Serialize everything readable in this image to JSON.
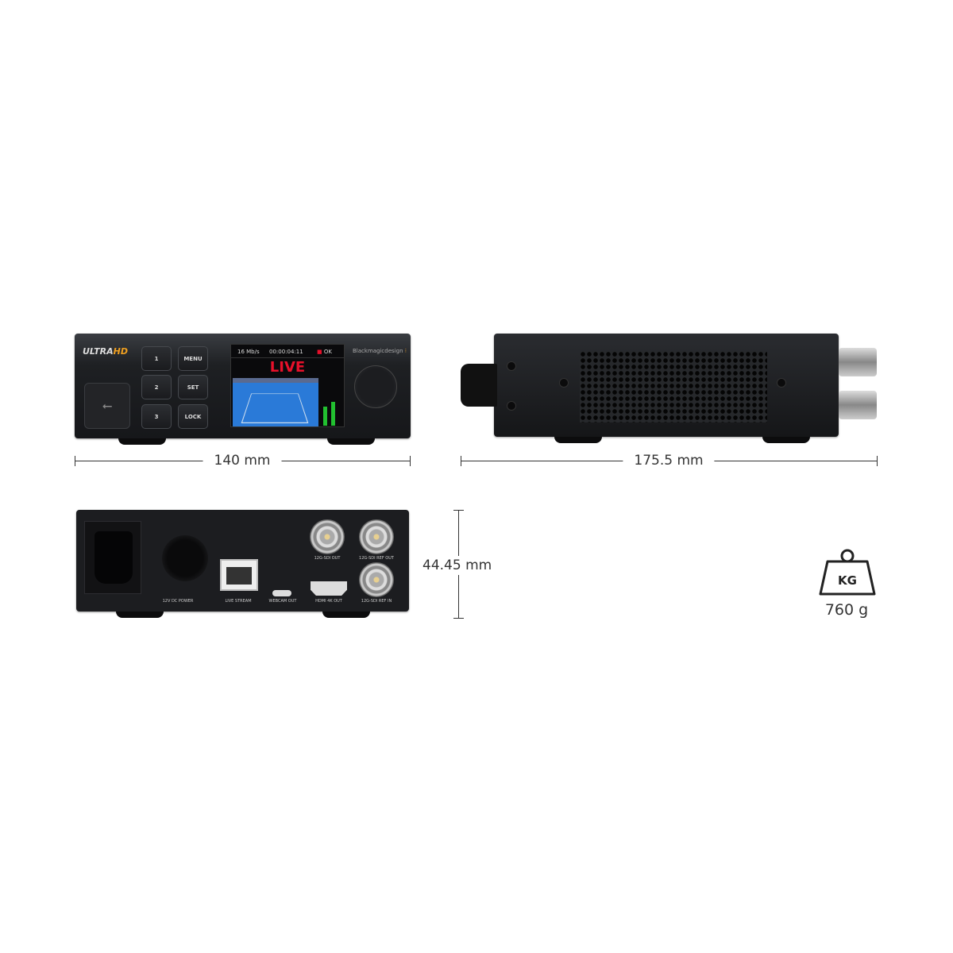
{
  "front_panel": {
    "logo": "ULTRA HD",
    "logo_part1": "ULTRA",
    "logo_part2": "HD",
    "buttons": [
      "1",
      "2",
      "3",
      "MENU",
      "SET",
      "LOCK"
    ],
    "screen": {
      "bitrate": "16 Mb/s",
      "timecode": "00:00:04:11",
      "status": "OK",
      "live_label": "LIVE"
    },
    "brand": "Blackmagicdesign",
    "width_label": "140 mm"
  },
  "side_panel": {
    "depth_label": "175.5 mm"
  },
  "rear_panel": {
    "ports": [
      "12V DC POWER",
      "LIVE STREAM",
      "WEBCAM OUT",
      "HDMI 4K OUT",
      "12G-SDI OUT",
      "12G-SDI REF OUT",
      "12G-SDI REF IN"
    ],
    "height_label": "44.45 mm"
  },
  "weight": {
    "icon_text": "KG",
    "value": "760 g"
  },
  "colors": {
    "accent_orange": "#f0a020",
    "live_red": "#e8102a",
    "meter_green": "#22c030"
  }
}
